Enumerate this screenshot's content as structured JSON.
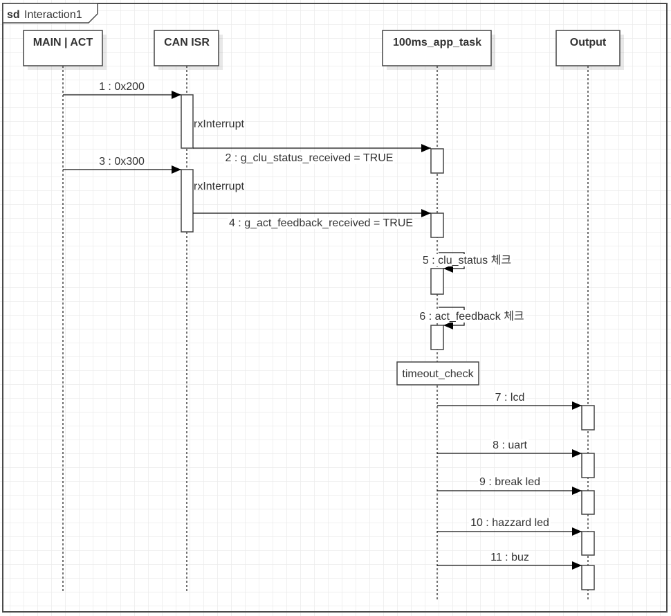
{
  "frame": {
    "keyword": "sd",
    "name": "Interaction1"
  },
  "participants": [
    {
      "name": "MAIN | ACT"
    },
    {
      "name": "CAN ISR"
    },
    {
      "name": "100ms_app_task"
    },
    {
      "name": "Output"
    }
  ],
  "messages": [
    {
      "label": "1 : 0x200",
      "from": "MAIN | ACT",
      "to": "CAN ISR"
    },
    {
      "label": "2 : g_clu_status_received = TRUE",
      "from": "CAN ISR",
      "to": "100ms_app_task"
    },
    {
      "label": "3 : 0x300",
      "from": "MAIN | ACT",
      "to": "CAN ISR"
    },
    {
      "label": "4 : g_act_feedback_received = TRUE",
      "from": "CAN ISR",
      "to": "100ms_app_task"
    },
    {
      "label": "5 : clu_status 체크",
      "from": "100ms_app_task",
      "to": "100ms_app_task"
    },
    {
      "label": "6 : act_feedback 체크",
      "from": "100ms_app_task",
      "to": "100ms_app_task"
    },
    {
      "label": "7 : lcd",
      "from": "100ms_app_task",
      "to": "Output"
    },
    {
      "label": "8 : uart",
      "from": "100ms_app_task",
      "to": "Output"
    },
    {
      "label": "9 : break led",
      "from": "100ms_app_task",
      "to": "Output"
    },
    {
      "label": "10 : hazzard led",
      "from": "100ms_app_task",
      "to": "Output"
    },
    {
      "label": "11 : buz",
      "from": "100ms_app_task",
      "to": "Output"
    }
  ],
  "activation_notes": [
    {
      "text": "rxInterrupt"
    },
    {
      "text": "rxInterrupt"
    }
  ],
  "timeout_box": {
    "text": "timeout_check"
  }
}
